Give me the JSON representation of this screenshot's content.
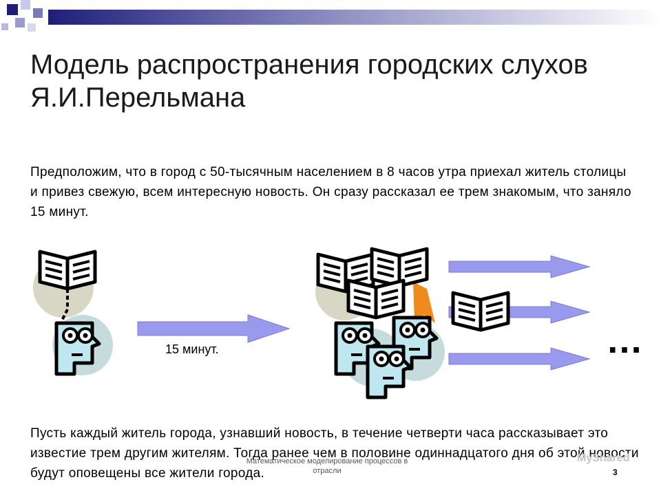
{
  "slide": {
    "title": "Модель распространения городских слухов Я.И.Перельмана",
    "intro": "Предположим, что в город с 50-тысячным населением в 8 часов утра приехал житель столицы и привез свежую, всем интересную новость. Он сразу рассказал ее трем знакомым, что заняло 15 минут.",
    "arrow_label": "15 минут.",
    "ellipsis": "…",
    "bottom_text": "Пусть каждый житель города, узнавший новость, в течение четверти часа рассказывает это известие трем другим жителям. Тогда ранее чем в половине одиннадцатого дня об этой новости будут оповещены все жители города.",
    "footer": "Математическое моделирование процессов в отрасли",
    "page_number": "3",
    "watermark": "MyShared"
  },
  "colors": {
    "accent_dark": "#1f1f7a",
    "arrow_fill": "#9999ee",
    "circle_beige": "#d8d6c4",
    "circle_blue": "#c6dcdc",
    "face_fill": "#bfe7f0",
    "flame": "#f08a1c"
  },
  "icons": [
    "book-icon",
    "head-icon",
    "arrow-icon"
  ]
}
